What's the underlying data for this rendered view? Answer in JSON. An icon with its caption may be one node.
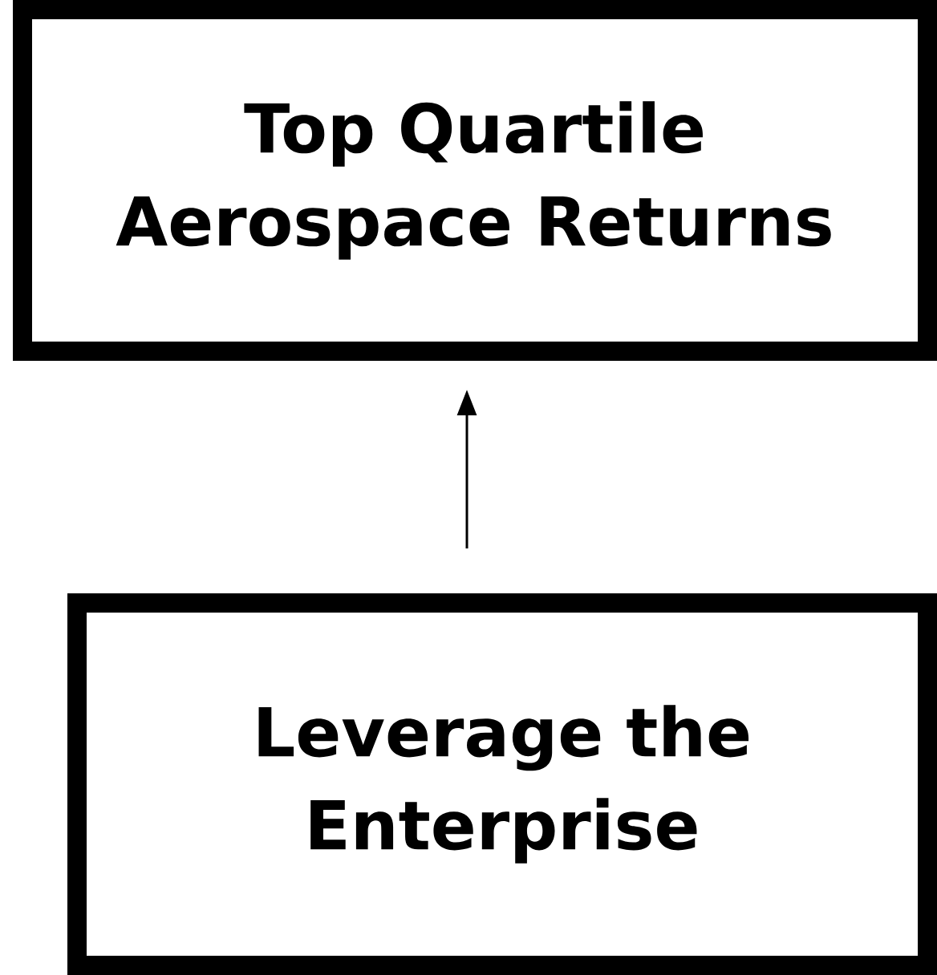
{
  "diagram": {
    "nodes": [
      {
        "text": [
          "Top Quartile Aerospace Returns"
        ]
      },
      {
        "text": [
          "Leverage the Enterprise"
        ]
      }
    ],
    "edges": [
      {
        "from": 1,
        "to": 0,
        "arrow": "to"
      }
    ]
  }
}
